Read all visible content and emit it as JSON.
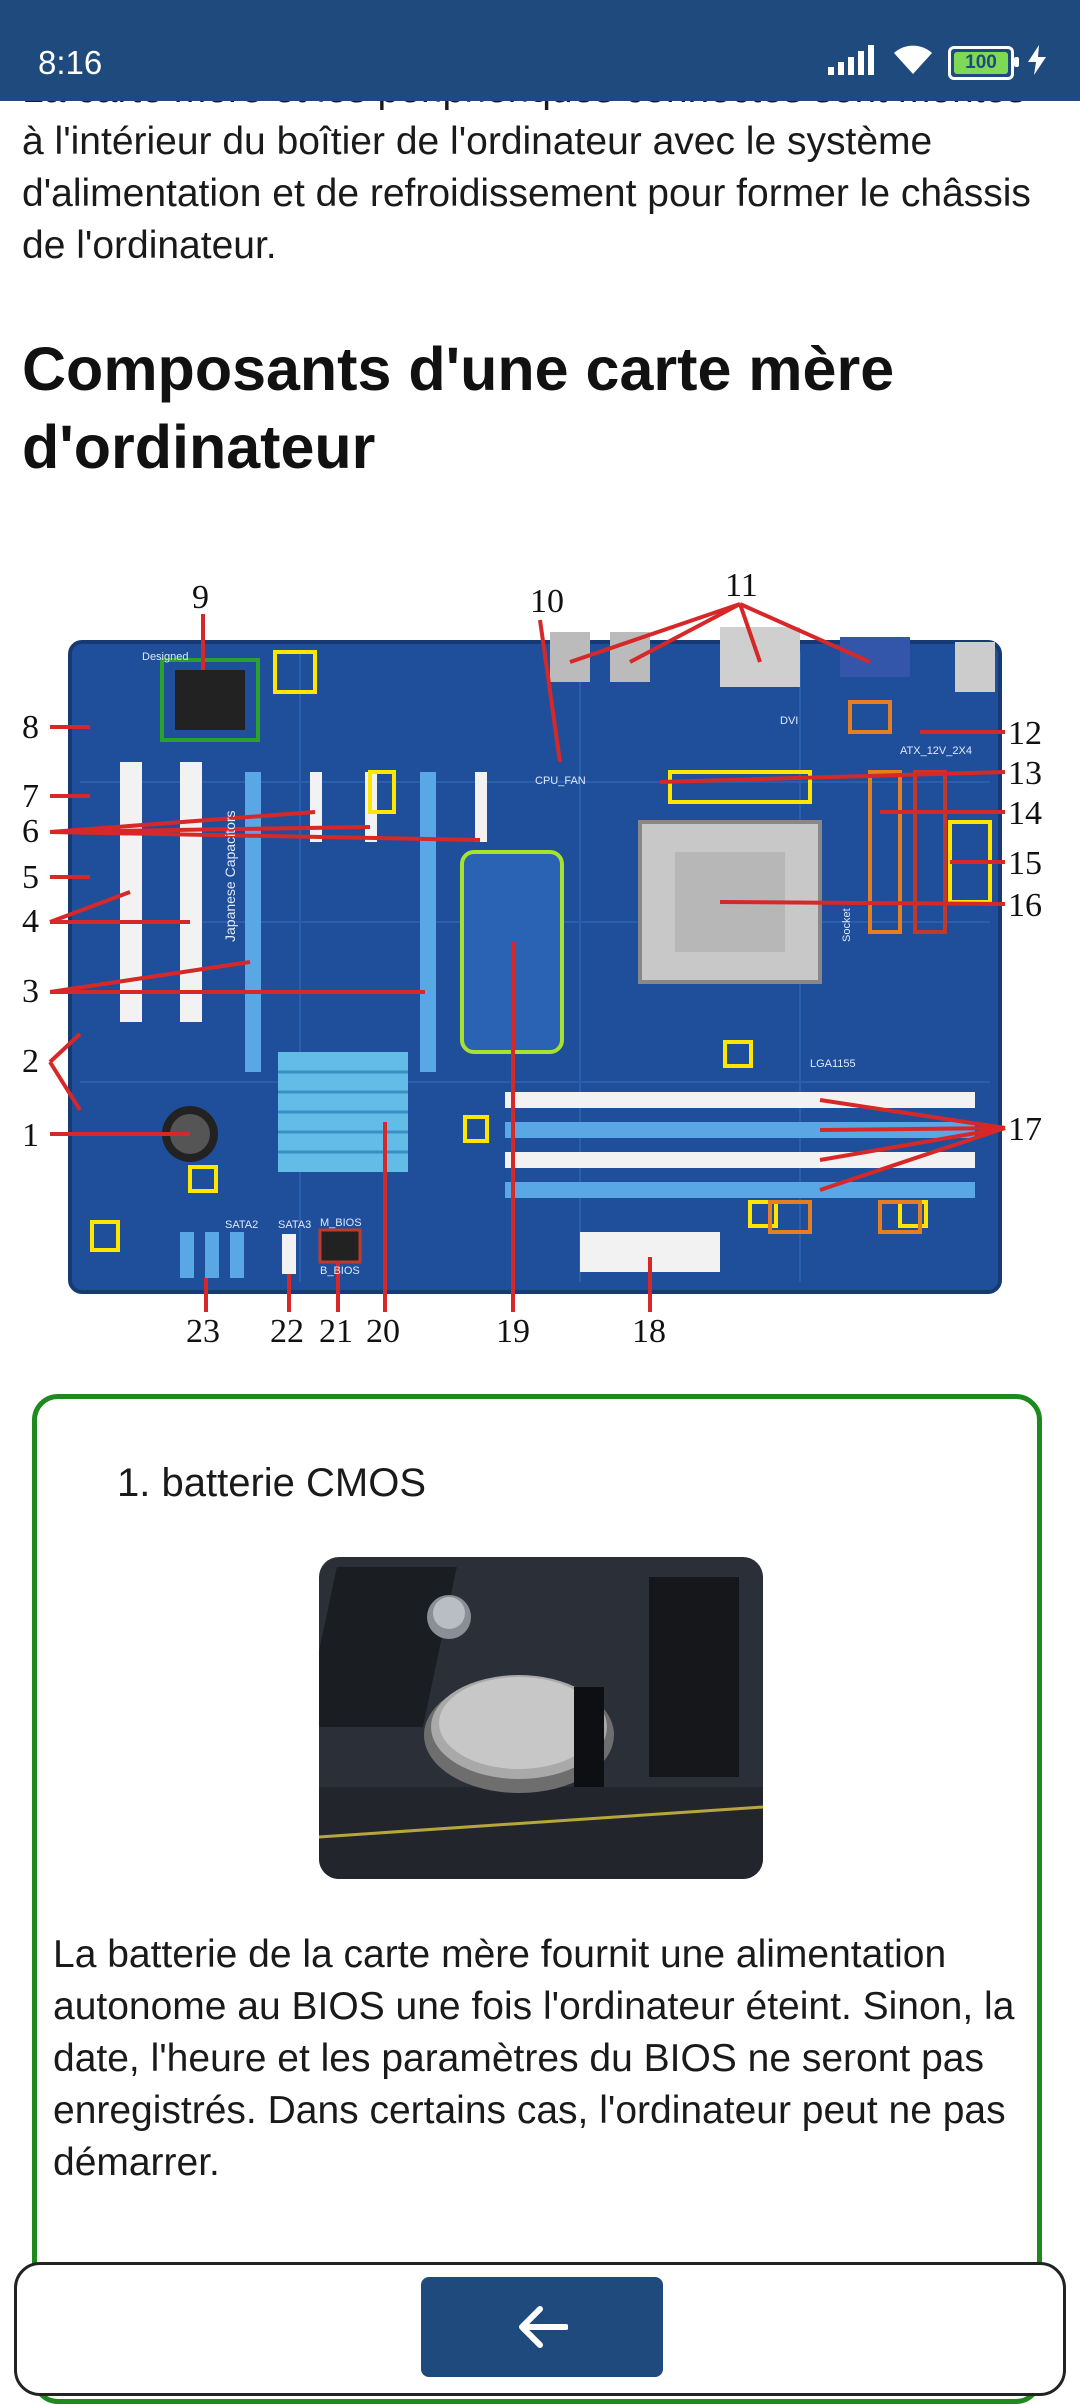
{
  "status_bar": {
    "time": "8:16",
    "battery_level": "100",
    "icons": [
      "signal-icon",
      "wifi-icon",
      "battery-icon",
      "charging-icon"
    ]
  },
  "article": {
    "intro_text": "La carte mère et les périphériques connectés sont montés à l'intérieur du boîtier de l'ordinateur avec le système d'alimentation et de refroidissement pour former le châssis de l'ordinateur.",
    "section_title": "Composants d'une carte mère d'ordinateur"
  },
  "diagram": {
    "labels": [
      "1",
      "2",
      "3",
      "4",
      "5",
      "6",
      "7",
      "8",
      "9",
      "10",
      "11",
      "12",
      "13",
      "14",
      "15",
      "16",
      "17",
      "18",
      "19",
      "20",
      "21",
      "22",
      "23"
    ],
    "board_text": [
      "Designed",
      "Japanese Capacitors",
      "Socket",
      "LGA1155",
      "DVI",
      "ATX_12V_2X4",
      "CPU_FAN",
      "SATA2",
      "SATA3",
      "B_BIOS",
      "M_BIOS"
    ]
  },
  "card": {
    "heading": "1. batterie CMOS",
    "description": "La batterie de la carte mère fournit une alimentation autonome au BIOS une fois l'ordinateur éteint. Sinon, la date, l'heure et les paramètres du BIOS ne seront pas enregistrés. Dans certains cas, l'ordinateur peut ne pas démarrer."
  },
  "colors": {
    "status_bar": "#1e4a7e",
    "card_border": "#1e8a1e",
    "button": "#1e4a7e"
  }
}
